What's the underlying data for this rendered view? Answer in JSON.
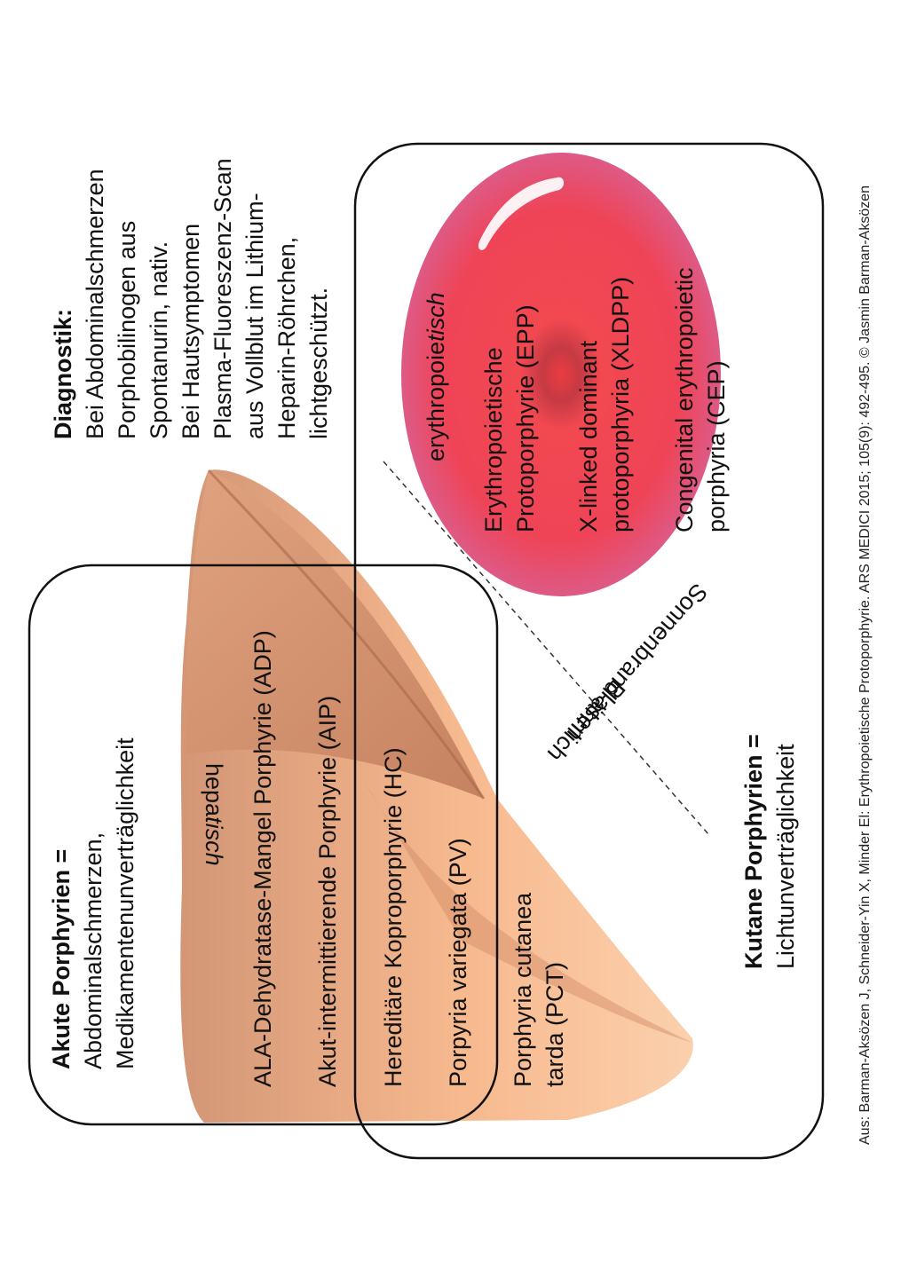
{
  "diagnostik": {
    "title": "Diagnostik:",
    "lines": [
      "Bei Abdominalschmerzen",
      "Porphobilinogen aus",
      "Spontanurin, nativ.",
      "Bei Hautsymptomen",
      "Plasma-Fluoreszenz-Scan",
      "aus Vollblut im Lithium-",
      "Heparin-Röhrchen,",
      "lichtgeschützt."
    ]
  },
  "akute": {
    "title": "Akute Porphyrien =",
    "line1": "Abdominalschmerzen,",
    "line2": "Medikamentenunverträglichkeit"
  },
  "kutane": {
    "title": "Kutane Porphyrien =",
    "line1": "Lichtunverträglichkeit"
  },
  "hepatisch": {
    "prefix": "hepa",
    "suffix": "tisch",
    "items": [
      "ALA-Dehydratase-Mangel Porphyrie (ADP)",
      "Akut-intermittierende Porphyrie (AIP)",
      "Hereditäre Koproporphyrie (HC)",
      "Porpyria variegata (PV)"
    ],
    "pct_line1": "Porphyria cutanea",
    "pct_line2": "tarda (PCT)"
  },
  "erythropoietisch": {
    "prefix": "erythropoie",
    "suffix": "tisch",
    "epp_line1": "Erythropoietische",
    "epp_line2": "Protoporphyrie (EPP)",
    "xldpp_line1": "X-linked dominant",
    "xldpp_line2": "protoporphyria (XLDPP)",
    "cep_line1": "Congenital erythropoietic",
    "cep_line2": "porphyria (CEP)"
  },
  "divider": {
    "upper": "Blasen",
    "lower": "Sonnenbrand-ähnlich"
  },
  "footer": "Aus: Barman-Aksözen J, Schneider-Yin X, Minder El: Erythropoietische Protoporphyrie. ARS MEDICI 2015; 105(9): 492-495.  © Jasmin Barman-Aksözen",
  "colors": {
    "liver_light": "#f8c096",
    "liver_dark": "#c98a68",
    "cell_red": "#f0404e",
    "cell_pink": "#e65a82"
  }
}
